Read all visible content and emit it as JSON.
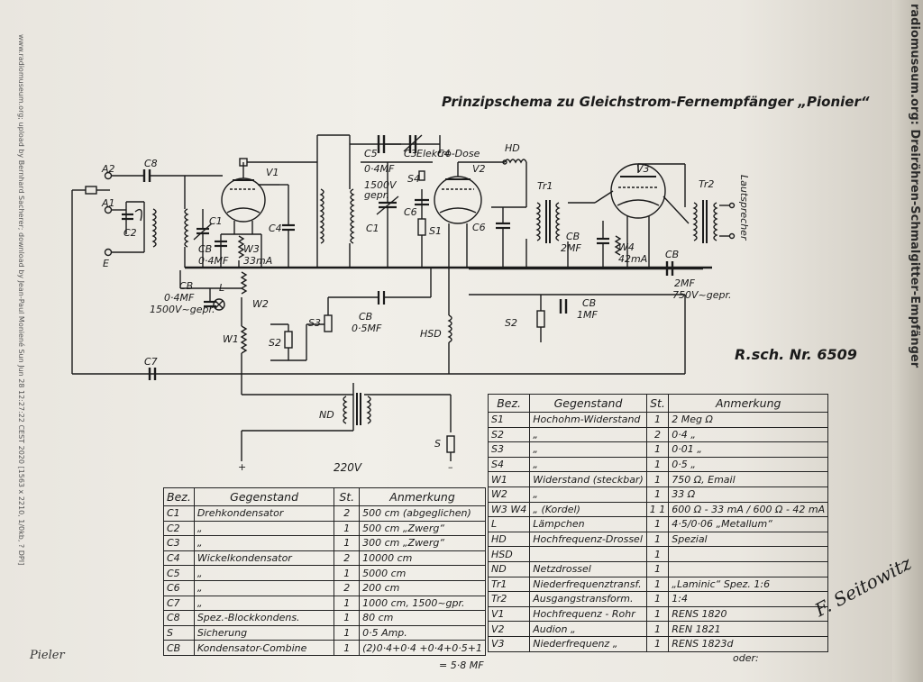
{
  "title": "Prinzipschema zu Gleichstrom-Fernempfänger „Pionier“",
  "schema_number": "R.sch. Nr. 6509",
  "watermark_left": "www.radiomuseum.org; upload by Bernhard Sacherer; download by Jean-Paul Moniené Sun Jun 28 12:27:22 CEST 2020 [1563 x 2210, 1/0kb, ? DPI]",
  "watermark_right": "radiomuseum.org: Dreiröhren-Schmalgitter-Empfänger",
  "labels": {
    "A2": "A2",
    "A1": "A1",
    "E": "E",
    "C8_top": "C8",
    "C2": "C2",
    "V1": "V1",
    "V2": "V2",
    "V3": "V3",
    "C1a": "C1",
    "C1b": "C1",
    "C4a": "C4",
    "C4b": "C4",
    "C5": "C5",
    "C3": "C3",
    "elektro": "Elektro-Dose",
    "HD": "HD",
    "C6a": "C6",
    "C6b": "C6",
    "S1": "S1",
    "S2a": "S2",
    "S2b": "S2",
    "S3": "S3",
    "S4": "S4",
    "Tr1": "Tr1",
    "Tr2": "Tr2",
    "laut": "Lautsprecher",
    "CB_a": "CB",
    "CB_a_val": "0·4MF",
    "W3": "W3",
    "W3_val": "33mA",
    "CB_b": "CB",
    "CB_b_val1": "0·4MF",
    "CB_b_val2": "1500V~gepr.",
    "L": "L",
    "W2": "W2",
    "W1": "W1",
    "C5_val": "0·4MF",
    "C5_v2": "1500V",
    "C5_v3": "gepr.",
    "CB_c": "CB",
    "CB_c_val": "0·5MF",
    "HSD": "HSD",
    "CB_d": "CB",
    "CB_d_val": "2MF",
    "W4": "W4",
    "W4_val": "42mA",
    "CB_e": "CB",
    "CB_e_val": "1MF",
    "CB_f": "CB",
    "CB_f_val1": "2MF",
    "CB_f_val2": "750V~gepr.",
    "C7": "C7",
    "ND": "ND",
    "S": "S",
    "plus": "+",
    "minus": "–",
    "v220": "220V"
  },
  "table_right": {
    "headers": [
      "Bez.",
      "Gegenstand",
      "St.",
      "Anmerkung"
    ],
    "rows": [
      [
        "S1",
        "Hochohm-Widerstand",
        "1",
        "2 Meg Ω"
      ],
      [
        "S2",
        "„",
        "2",
        "0·4 „"
      ],
      [
        "S3",
        "„",
        "1",
        "0·01 „"
      ],
      [
        "S4",
        "„",
        "1",
        "0·5 „"
      ],
      [
        "W1",
        "Widerstand (steckbar)",
        "1",
        "750 Ω, Email"
      ],
      [
        "W2",
        "„",
        "1",
        "33 Ω"
      ],
      [
        "W3 W4",
        "„ (Kordel)",
        "1 1",
        "600 Ω - 33 mA / 600 Ω - 42 mA"
      ],
      [
        "L",
        "Lämpchen",
        "1",
        "4·5/0·06 „Metallum“"
      ],
      [
        "HD",
        "Hochfrequenz-Drossel",
        "1",
        "Spezial"
      ],
      [
        "HSD",
        "",
        "1",
        ""
      ],
      [
        "ND",
        "Netzdrossel",
        "1",
        ""
      ],
      [
        "Tr1",
        "Niederfrequenztransf.",
        "1",
        "„Laminic“ Spez. 1:6"
      ],
      [
        "Tr2",
        "Ausgangstransform.",
        "1",
        "1:4"
      ],
      [
        "V1",
        "Hochfrequenz - Rohr",
        "1",
        "RENS 1820"
      ],
      [
        "V2",
        "Audion „",
        "1",
        "REN 1821"
      ],
      [
        "V3",
        "Niederfrequenz „",
        "1",
        "RENS 1823d"
      ]
    ],
    "footer": "oder:"
  },
  "table_left": {
    "headers": [
      "Bez.",
      "Gegenstand",
      "St.",
      "Anmerkung"
    ],
    "rows": [
      [
        "C1",
        "Drehkondensator",
        "2",
        "500 cm (abgeglichen)"
      ],
      [
        "C2",
        "„",
        "1",
        "500 cm „Zwerg“"
      ],
      [
        "C3",
        "„",
        "1",
        "300 cm „Zwerg“"
      ],
      [
        "C4",
        "Wickelkondensator",
        "2",
        "10000 cm"
      ],
      [
        "C5",
        "„",
        "1",
        "5000 cm"
      ],
      [
        "C6",
        "„",
        "2",
        "200 cm"
      ],
      [
        "C7",
        "„",
        "1",
        "1000 cm, 1500~gpr."
      ],
      [
        "C8",
        "Spez.-Blockkondens.",
        "1",
        "80 cm"
      ],
      [
        "S",
        "Sicherung",
        "1",
        "0·5 Amp."
      ],
      [
        "CB",
        "Kondensator-Combine",
        "1",
        "(2)0·4+0·4  +0·4+0·5+1"
      ]
    ],
    "footer": "= 5·8 MF"
  },
  "signature_right": "F. Seitowitz",
  "signature_left": "Pieler"
}
